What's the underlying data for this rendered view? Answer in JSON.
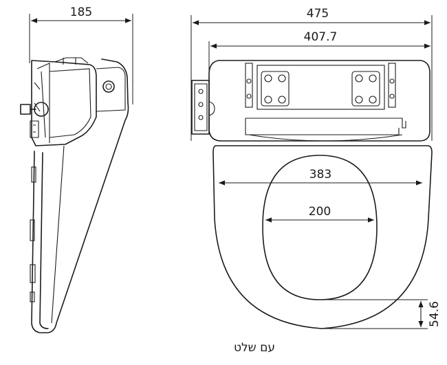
{
  "dimensions": {
    "side_depth": "185",
    "total_width": "475",
    "body_width": "407.7",
    "seat_width": "383",
    "opening_width": "200",
    "front_margin": "54.6"
  },
  "caption": "עם שלט"
}
